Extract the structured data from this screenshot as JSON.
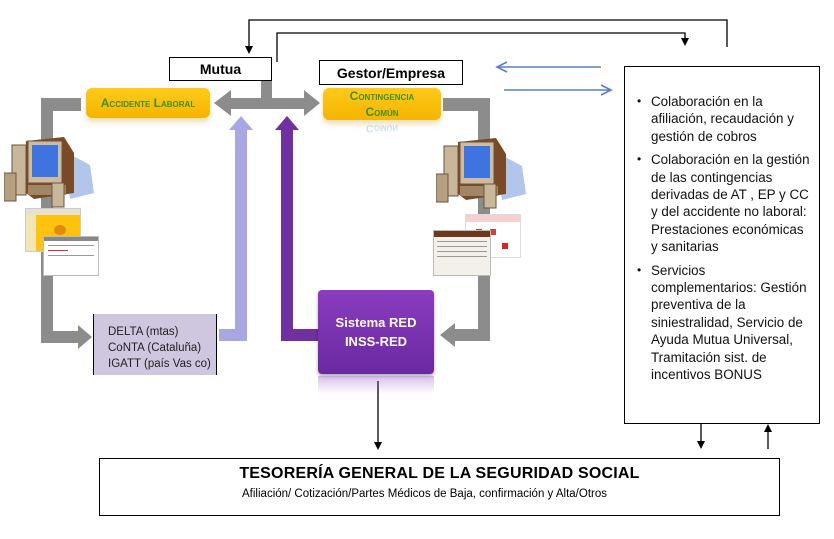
{
  "diagram": {
    "title_boxes": {
      "mutua": "Mutua",
      "gestor": "Gestor/Empresa"
    },
    "contingencies": {
      "accidente_laboral": "Accidente Laboral",
      "contingencia_comun_line1": "Contingencia",
      "contingencia_comun_line2": "Común"
    },
    "systems_left": {
      "line1": "DELTA (mtas)",
      "line2": "CoNTA (Cataluña)",
      "line3": "IGATT (país Vas co)"
    },
    "sistema_red": {
      "line1": "Sistema RED",
      "line2": "INSS-RED"
    },
    "services": [
      "Colaboración en la afiliación, recaudación y gestión de cobros",
      "Colaboración en la gestión de las contingencias derivadas de AT , EP y CC y del accidente no laboral: Prestaciones económicas  y sanitarias",
      "Servicios complementarios: Gestión preventiva de la siniestralidad, Servicio de Ayuda Mutua Universal, Tramitación sist. de incentivos BONUS"
    ],
    "tgss": {
      "title": "TESORERÍA GENERAL DE LA SEGURIDAD SOCIAL",
      "subtitle": "Afiliación/ Cotización/Partes Médicos de Baja, confirmación y Alta/Otros"
    },
    "icons": {
      "left_computer": "desktop-computer-icon",
      "right_computer": "desktop-computer-icon",
      "left_screens": "delta-web-screenshots",
      "right_screens": "red-web-screenshots"
    },
    "colors": {
      "gray_arrow": "#8c8c8c",
      "yellow_pill": "#f5b400",
      "pill_text": "#3f8f1a",
      "lavender": "#a9a6e4",
      "purple": "#7030a0",
      "blue_arrow": "#4f81bd",
      "delta_box": "#cfc6df"
    }
  }
}
